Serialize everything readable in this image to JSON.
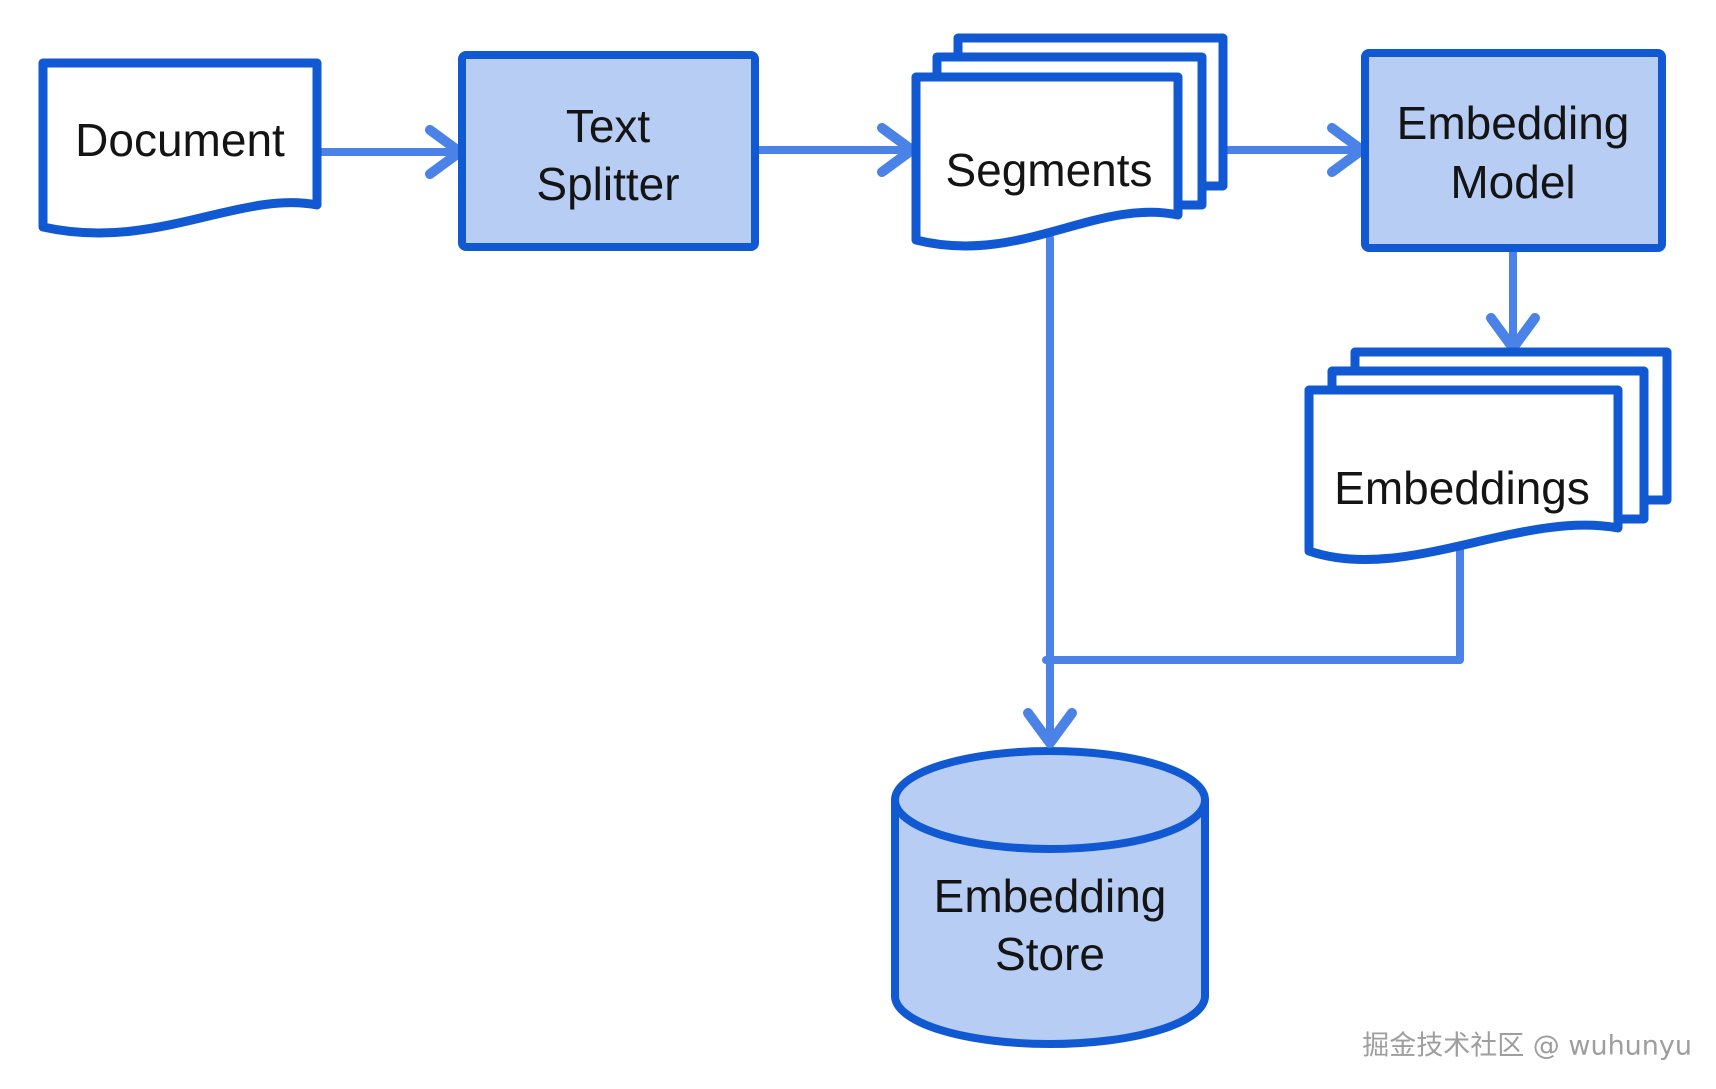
{
  "diagram": {
    "nodes": {
      "document": {
        "label": "Document"
      },
      "text_splitter": {
        "label": "Text Splitter",
        "line1": "Text",
        "line2": "Splitter"
      },
      "segments": {
        "label": "Segments"
      },
      "embedding_model": {
        "label": "Embedding Model",
        "line1": "Embedding",
        "line2": "Model"
      },
      "embeddings": {
        "label": "Embeddings"
      },
      "embedding_store": {
        "label": "Embedding Store",
        "line1": "Embedding",
        "line2": "Store"
      }
    },
    "edges": [
      {
        "from": "Document",
        "to": "Text Splitter"
      },
      {
        "from": "Text Splitter",
        "to": "Segments"
      },
      {
        "from": "Segments",
        "to": "Embedding Model"
      },
      {
        "from": "Embedding Model",
        "to": "Embeddings"
      },
      {
        "from": "Segments",
        "to": "Embedding Store"
      },
      {
        "from": "Embeddings",
        "to": "Embedding Store"
      }
    ],
    "watermark": "掘金技术社区 @ wuhunyu",
    "colors": {
      "shape_border": "#1159d2",
      "shape_fill": "#b7cdf3",
      "arrow": "#4a82e8",
      "label": "#141414",
      "watermark": "#9e9e9e"
    }
  }
}
